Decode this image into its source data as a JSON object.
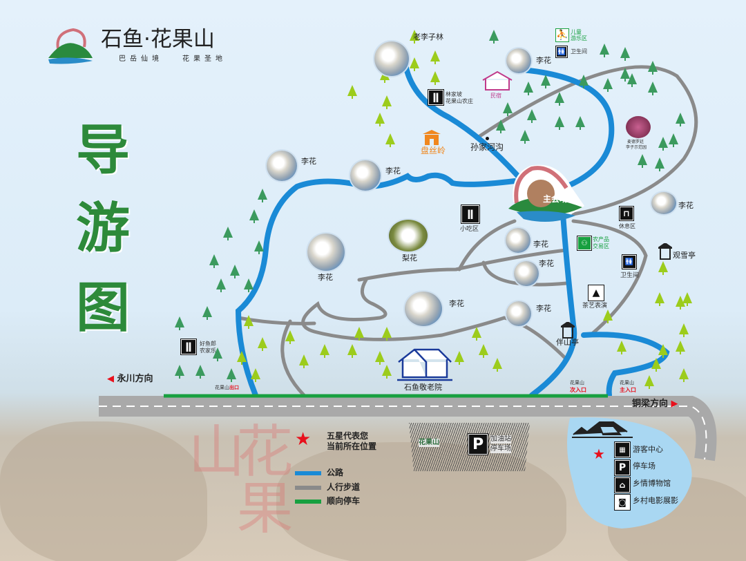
{
  "logo": {
    "title": "石鱼·花果山",
    "slogan_left": "巴岳仙境",
    "slogan_right": "花果圣地"
  },
  "map_title": [
    "导",
    "游",
    "图"
  ],
  "colors": {
    "road": "#1a8ad6",
    "path": "#8a8a8a",
    "parking_lane": "#18a040",
    "highway": "#a9a9a9",
    "star": "#e8101c",
    "tree_dark": "#3b9a5e",
    "tree_light": "#9ccc1c",
    "visitor_area": "#a9d7f2"
  },
  "places": {
    "laolizi": "老李子林",
    "linjiapo": [
      "林家坡",
      "花果山农庄"
    ],
    "minsu": "民宿",
    "panling": "盘丝岭",
    "sunjia": "孙家河沟",
    "kids": [
      "儿童",
      "游乐区"
    ],
    "wc_top": "卫生间",
    "lihua_top": "李花",
    "meidexiluo": [
      "麦德罗廷",
      "李子示范园"
    ],
    "lihua_l1": "李花",
    "lihua_l2": "李花",
    "main_venue": "主会场",
    "snack": "小吃区",
    "pear": "梨花",
    "lihua_mid": "李花",
    "lihua_r1": "李花",
    "lihua_r2": "李花",
    "lihua_c1": "李花",
    "lihua_c2": "李花",
    "lihua_far_right": "李花",
    "rest": "休息区",
    "farm_market": [
      "农产品",
      "交易区"
    ],
    "guanxue": "观雪亭",
    "wc_right": "卫生间",
    "tea": "茶艺表演",
    "banshan": "伴山亭",
    "haoyulang": [
      "好鱼郎",
      "农家乐"
    ],
    "elderly": "石鱼敬老院"
  },
  "gates": {
    "brand": "花果山",
    "exit": "出口",
    "secondary": "次入口",
    "main": "主入口"
  },
  "directions": {
    "left": "永川方向",
    "right": "铜梁方向"
  },
  "parking_block": {
    "brand": "花果山",
    "icon": "P",
    "label": [
      "加油站",
      "停车场"
    ]
  },
  "legend": {
    "star_text": [
      "五星代表您",
      "当前所在位置"
    ],
    "items": [
      {
        "label": "公路",
        "color": "#1a8ad6"
      },
      {
        "label": "人行步道",
        "color": "#8a8a8a"
      },
      {
        "label": "顺向停车",
        "color": "#18a040"
      }
    ]
  },
  "visitor_center": {
    "items": [
      {
        "icon": "visitor-center-icon",
        "label": "游客中心"
      },
      {
        "icon": "parking-icon",
        "label": "停车场",
        "glyph": "P"
      },
      {
        "icon": "museum-icon",
        "label": "乡情博物馆"
      },
      {
        "icon": "camera-icon",
        "label": "乡村电影展影"
      }
    ]
  },
  "watermark": "花果山"
}
